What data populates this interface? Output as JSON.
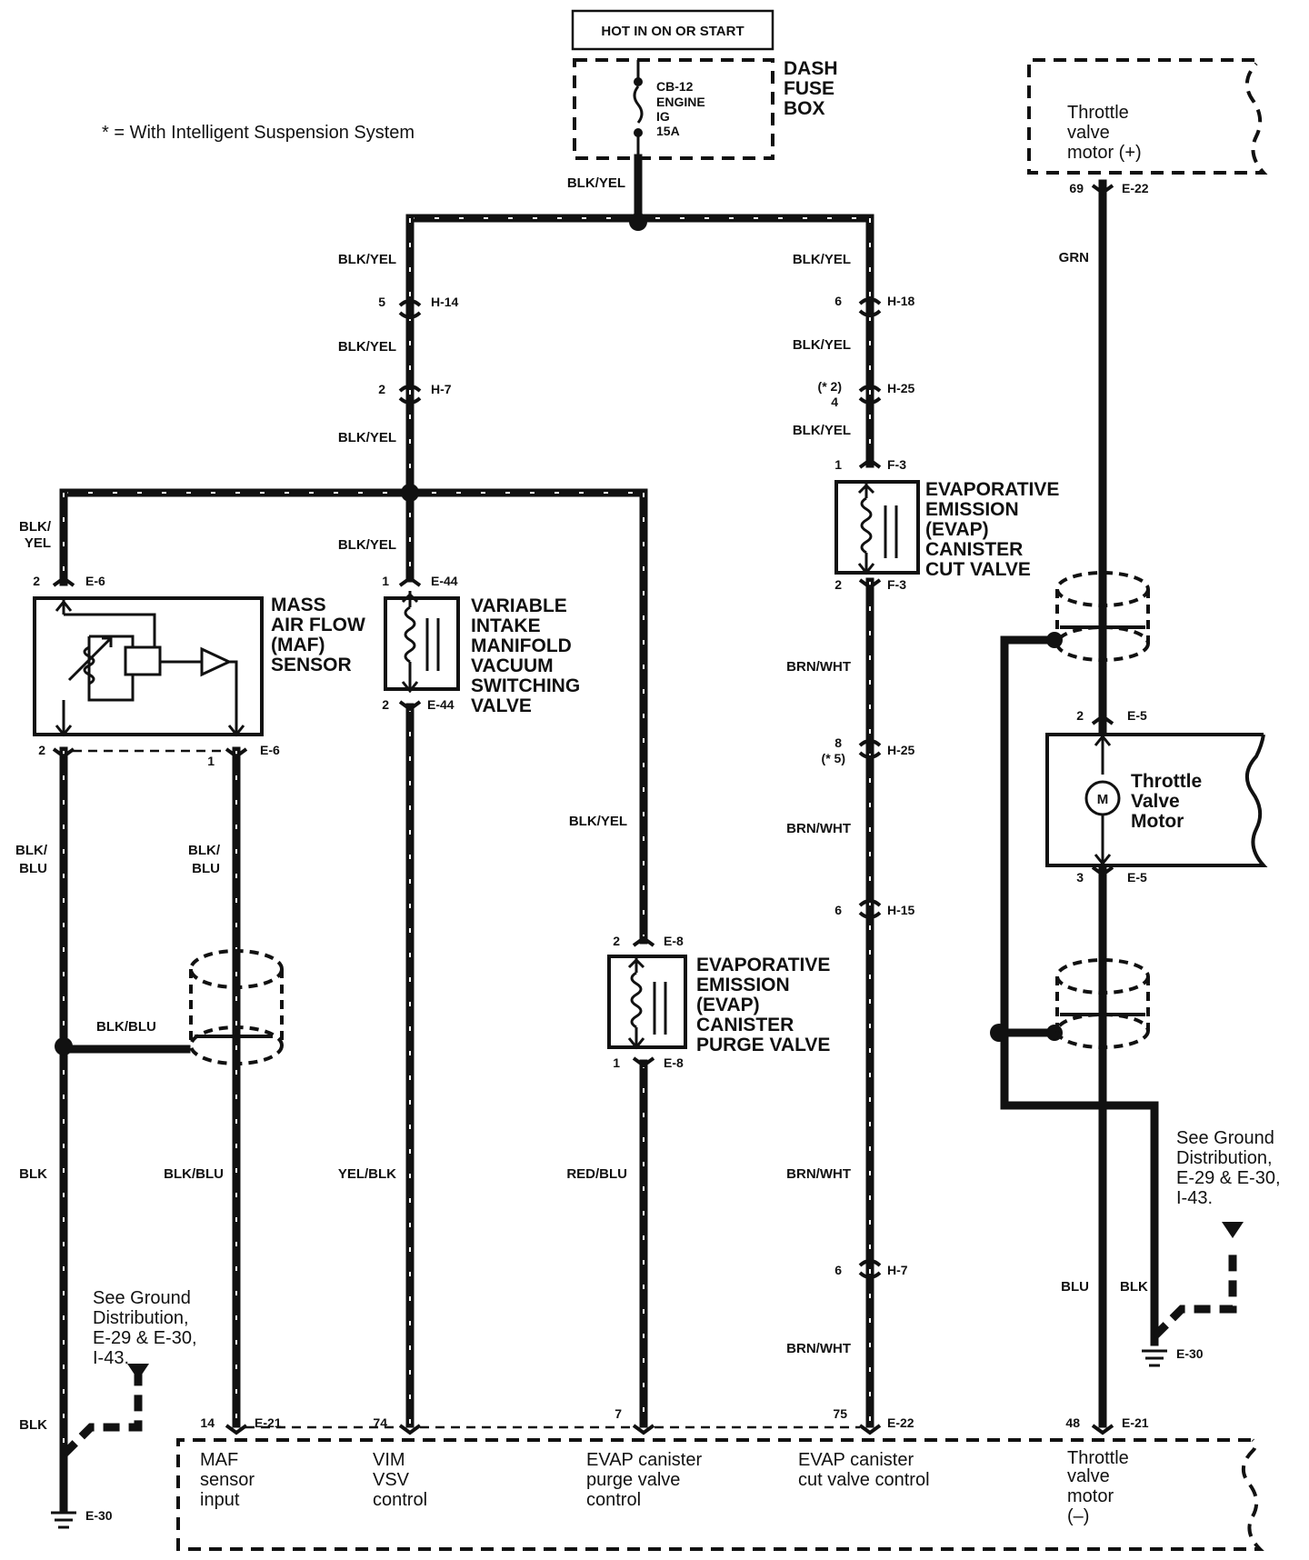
{
  "header": {
    "hot_label": "HOT IN ON OR START",
    "fuse_box": [
      "DASH",
      "FUSE",
      "BOX"
    ],
    "fuse": [
      "CB-12",
      "ENGINE",
      "IG",
      "15A"
    ]
  },
  "footnote": "* = With Intelligent Suspension System",
  "components": {
    "maf": [
      "MASS",
      "AIR FLOW",
      "(MAF)",
      "SENSOR"
    ],
    "vim": [
      "VARIABLE",
      "INTAKE",
      "MANIFOLD",
      "VACUUM",
      "SWITCHING",
      "VALVE"
    ],
    "purge": [
      "EVAPORATIVE",
      "EMISSION",
      "(EVAP)",
      "CANISTER",
      "PURGE VALVE"
    ],
    "cut": [
      "EVAPORATIVE",
      "EMISSION",
      "(EVAP)",
      "CANISTER",
      "CUT VALVE"
    ],
    "motor": [
      "Throttle",
      "Valve",
      "Motor"
    ],
    "motor_symbol": "M",
    "throttle_plus": [
      "Throttle",
      "valve",
      "motor (+)"
    ]
  },
  "wires": {
    "blk_yel": "BLK/YEL",
    "blk_yel_split": [
      "BLK/",
      "YEL"
    ],
    "blk_blu_split": [
      "BLK/",
      "BLU"
    ],
    "blk_blu": "BLK/BLU",
    "blk": "BLK",
    "yel_blk": "YEL/BLK",
    "red_blu": "RED/BLU",
    "brn_wht": "BRN/WHT",
    "grn": "GRN",
    "blu": "BLU"
  },
  "connectors": {
    "h14": "H-14",
    "h18": "H-18",
    "h7": "H-7",
    "h25": "H-25",
    "h15": "H-15",
    "e6": "E-6",
    "e44": "E-44",
    "e8": "E-8",
    "f3": "F-3",
    "e22": "E-22",
    "e5": "E-5",
    "e21": "E-21",
    "e30": "E-30"
  },
  "pins": {
    "p1": "1",
    "p2": "2",
    "p3": "3",
    "p4": "4",
    "p5": "5",
    "p6": "6",
    "p7": "7",
    "p8": "8",
    "p14": "14",
    "p48": "48",
    "p69": "69",
    "p74": "74",
    "p75": "75",
    "star2": "(* 2)",
    "star5": "(* 5)"
  },
  "ground_note": [
    "See Ground",
    "Distribution,",
    "E-29 & E-30,",
    "I-43."
  ],
  "pcm_inputs": {
    "maf": [
      "MAF",
      "sensor",
      "input"
    ],
    "vim": [
      "VIM",
      "VSV",
      "control"
    ],
    "purge": [
      "EVAP canister",
      "purge valve",
      "control"
    ],
    "cut": [
      "EVAP canister",
      "cut valve control"
    ],
    "motor_minus": [
      "Throttle",
      "valve",
      "motor",
      "(–)"
    ]
  }
}
